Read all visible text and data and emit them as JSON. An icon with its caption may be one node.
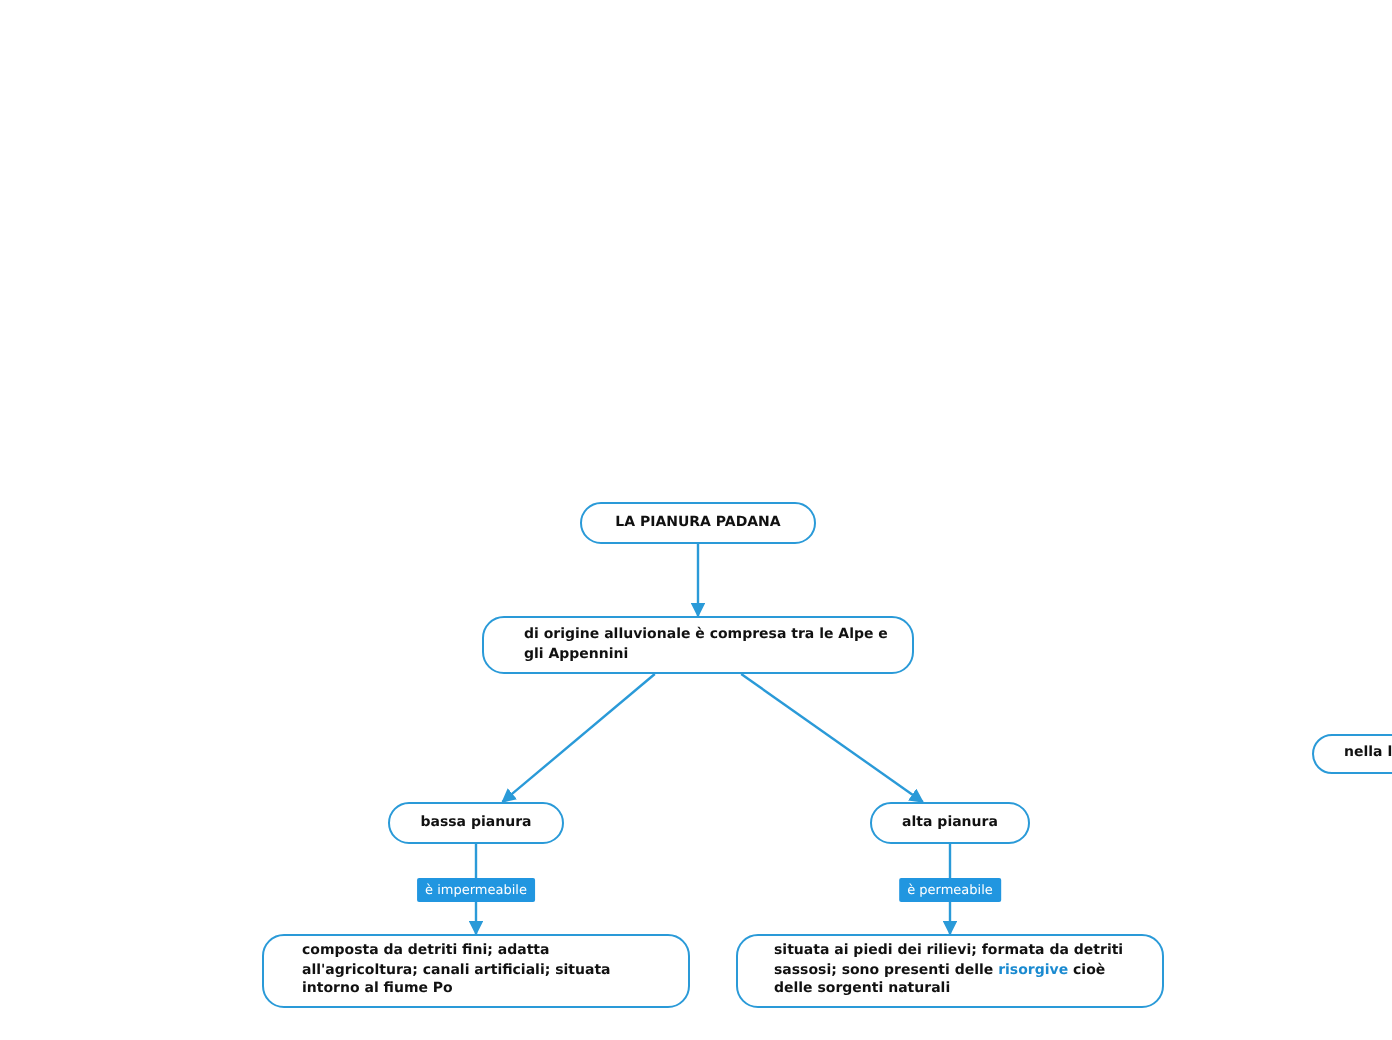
{
  "diagram": {
    "nodes": [
      {
        "text": [
          "LA PIANURA PADANA"
        ]
      },
      {
        "text": [
          "di origine alluvionale è compresa tra le Alpe e gli Appennini"
        ]
      },
      {
        "text": [
          "bassa pianura"
        ]
      },
      {
        "text": [
          "alta pianura"
        ]
      },
      {
        "text": [
          "composta da detriti fini; adatta all'agricoltura; canali artificiali; situata intorno al fiume Po"
        ]
      },
      {
        "text": [
          "situata ai piedi dei rilievi; formata da detriti sassosi; sono presenti delle *risorgive* cioè delle sorgenti naturali"
        ]
      },
      {
        "text": [
          "nella l"
        ]
      }
    ],
    "edges": [
      {
        "from": 0,
        "to": 1,
        "arrow": "to"
      },
      {
        "from": 1,
        "to": 2,
        "arrow": "to"
      },
      {
        "from": 1,
        "to": 3,
        "arrow": "to"
      },
      {
        "from": 2,
        "to": 4,
        "arrow": "to",
        "label": "è impermeabile"
      },
      {
        "from": 3,
        "to": 5,
        "arrow": "to",
        "label": "è permeabile"
      }
    ]
  }
}
